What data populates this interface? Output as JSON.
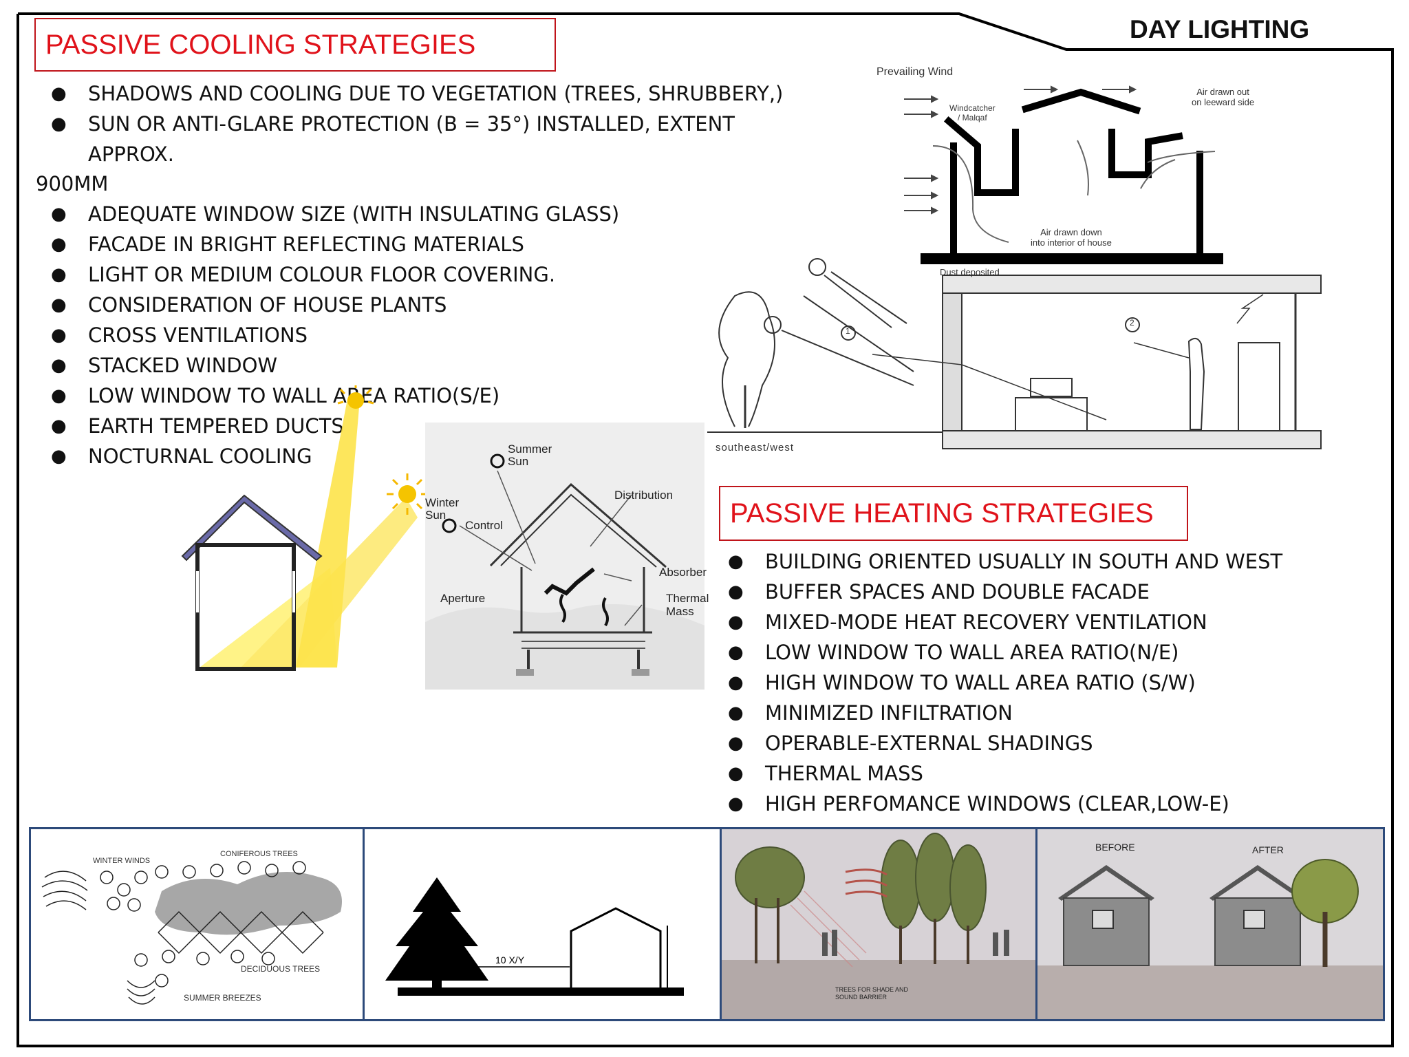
{
  "cooling": {
    "title": "PASSIVE COOLING STRATEGIES",
    "items": [
      " SHADOWS AND COOLING DUE TO VEGETATION (TREES, SHRUBBERY,)",
      "SUN OR ANTI-GLARE PROTECTION (B = 35°) INSTALLED, EXTENT",
      "APPROX.",
      "900MM",
      "ADEQUATE WINDOW SIZE (WITH INSULATING GLASS)",
      "FACADE IN BRIGHT REFLECTING MATERIALS",
      "LIGHT OR MEDIUM COLOUR FLOOR COVERING.",
      "CONSIDERATION OF HOUSE PLANTS",
      "CROSS VENTILATIONS",
      "STACKED WINDOW",
      "LOW WINDOW TO WALL AREA RATIO(S/E)",
      "EARTH TEMPERED DUCTS",
      "NOCTURNAL COOLING"
    ]
  },
  "day_lighting": "DAY LIGHTING",
  "heating": {
    "title": "PASSIVE  HEATING STRATEGIES",
    "items": [
      "BUILDING ORIENTED USUALLY IN SOUTH AND WEST",
      "BUFFER SPACES AND DOUBLE FACADE",
      "MIXED-MODE HEAT RECOVERY VENTILATION",
      "LOW WINDOW TO WALL AREA RATIO(N/E)",
      "HIGH WINDOW TO WALL AREA RATIO (S/W)",
      "MINIMIZED INFILTRATION",
      "OPERABLE-EXTERNAL SHADINGS",
      "THERMAL MASS",
      "HIGH PERFOMANCE WINDOWS (CLEAR,LOW-E)"
    ]
  },
  "windcatcher": {
    "prevailing": "Prevailing Wind",
    "windcatcher1": "Windcatcher",
    "windcatcher2": "/ Malqaf",
    "out1": "Air drawn out",
    "out2": "on leeward side",
    "down1": "Air drawn down",
    "down2": "into interior of house",
    "deposited": "Dust deposited",
    "orientation": "southeast/west",
    "mark1": "1",
    "mark2": "2"
  },
  "passive_solar": {
    "summer1": "Summer",
    "summer2": "Sun",
    "winter1": "Winter",
    "winter2": "Sun",
    "control": "Control",
    "distribution": "Distribution",
    "aperture": "Aperture",
    "absorber": "Absorber",
    "thermal1": "Thermal",
    "thermal2": "Mass"
  },
  "panels": {
    "p1": {
      "winter_winds": "WINTER WINDS",
      "coniferous": "CONIFEROUS TREES",
      "deciduous": "DECIDUOUS TREES",
      "summer": "SUMMER BREEZES"
    },
    "p2": {
      "dim": "10 X/Y"
    },
    "p3": {
      "cap1": "TREES FOR SHADE AND",
      "cap2": "SOUND BARRIER"
    },
    "p4": {
      "before": "BEFORE",
      "after": "AFTER"
    }
  },
  "colors": {
    "title_red": "#e0121a",
    "panel_border": "#2d4a7a",
    "sun_yellow": "#f5c400",
    "roof_purple": "#6a6aa8"
  }
}
